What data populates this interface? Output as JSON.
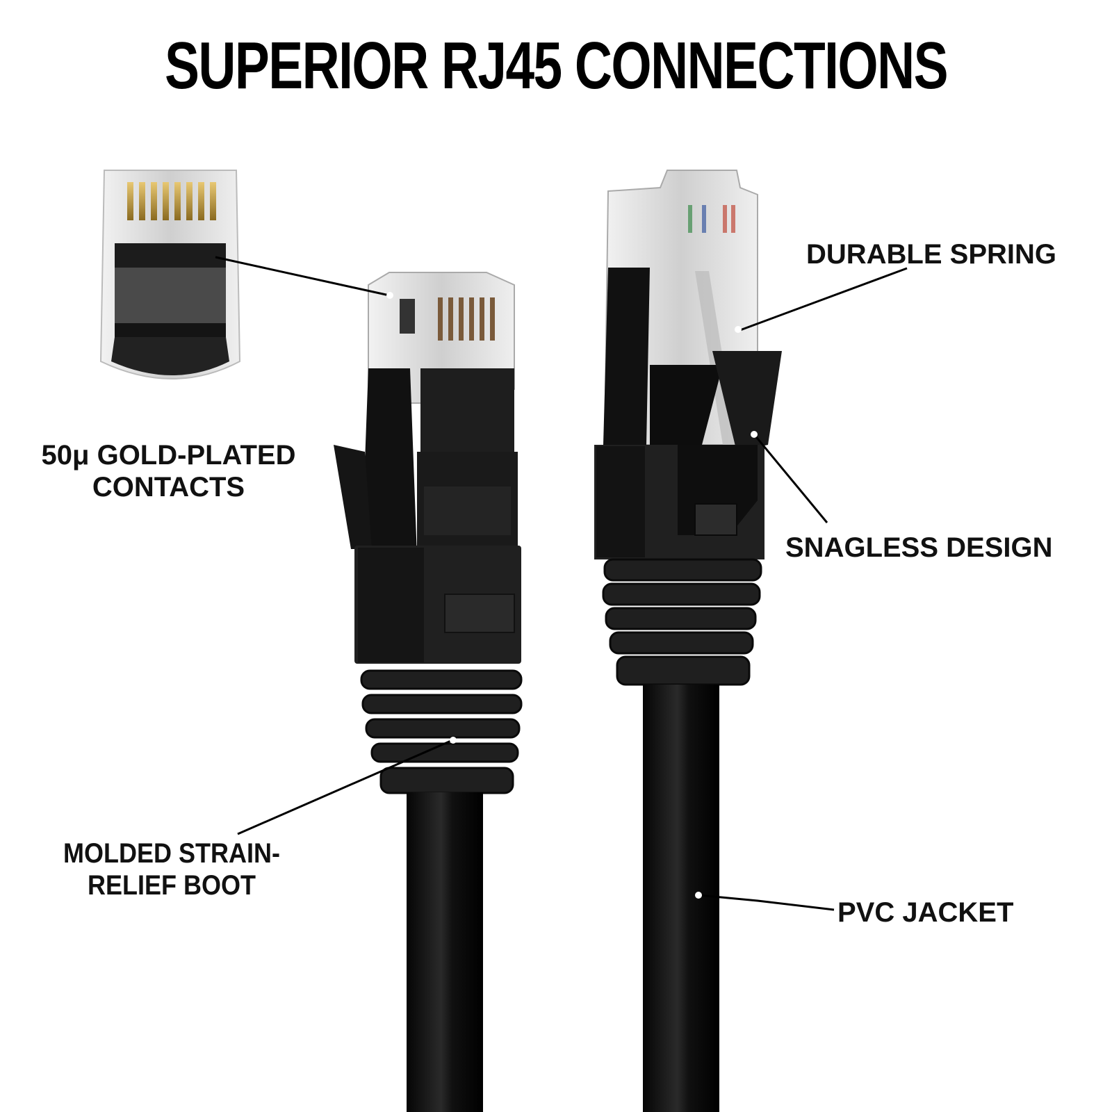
{
  "title": "SUPERIOR RJ45 CONNECTIONS",
  "colors": {
    "background": "#ffffff",
    "text": "#111111",
    "connector_body": "#1a1a1a",
    "connector_boot": "#222222",
    "clear_housing": "#d9d9d9",
    "gold_contact": "#c9a24a",
    "leader_line": "#000000"
  },
  "callouts": {
    "gold_contacts": {
      "line1": "50μ GOLD-PLATED",
      "line2": "CONTACTS"
    },
    "durable_spring": {
      "line1": "DURABLE SPRING"
    },
    "snagless_design": {
      "line1": "SNAGLESS DESIGN"
    },
    "strain_relief": {
      "line1": "MOLDED STRAIN-",
      "line2": "RELIEF BOOT"
    },
    "pvc_jacket": {
      "line1": "PVC JACKET"
    }
  },
  "figures": {
    "inset": "contact-closeup-inset",
    "left_plug": "rj45-plug-front",
    "right_plug": "rj45-plug-side"
  }
}
